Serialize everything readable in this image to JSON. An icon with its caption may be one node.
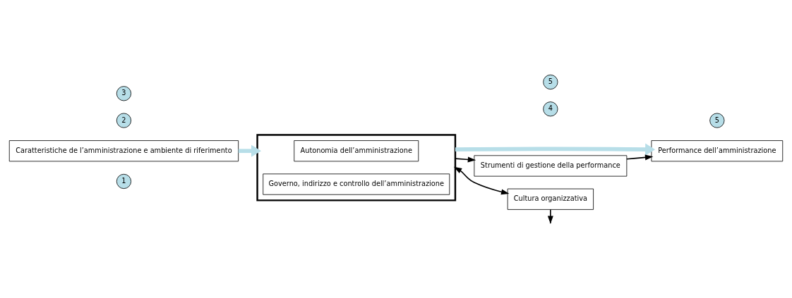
{
  "diagram": {
    "nodes": [
      {
        "text": [
          "1"
        ]
      },
      {
        "text": [
          "Caratteristiche de l’amministrazione e ambiente di riferimento"
        ]
      },
      {
        "text": [],
        "shape": "box"
      },
      {
        "text": [
          "2"
        ]
      },
      {
        "text": [
          "Autonomia dell’amministrazione"
        ],
        "in": 2
      },
      {
        "text": [
          "Governo, indirizzo e controllo dell’amministrazione"
        ],
        "in": 2
      },
      {
        "text": [
          "3"
        ]
      },
      {
        "text": [
          "Cultura organizzativa"
        ]
      },
      {
        "text": [
          "4"
        ]
      },
      {
        "text": [
          "Performance dell’amministrazione"
        ]
      },
      {
        "text": [
          "5"
        ]
      },
      {
        "text": [
          "5"
        ]
      },
      {
        "text": [
          "Strumenti di gestione della performance"
        ]
      }
    ],
    "edges": [
      {
        "from": 1,
        "to": 2,
        "arrow": "to",
        "style": "thick",
        "color": "#b7dee8"
      },
      {
        "from": 2,
        "to": 9,
        "arrow": "to",
        "style": "thick",
        "color": "#b7dee8"
      },
      {
        "from": 7,
        "to": 2,
        "arrow": "both"
      },
      {
        "from": 7,
        "to": null,
        "arrow": "to"
      },
      {
        "from": 2,
        "to": 12,
        "arrow": "to"
      },
      {
        "from": 12,
        "to": 9,
        "arrow": "to"
      }
    ]
  }
}
